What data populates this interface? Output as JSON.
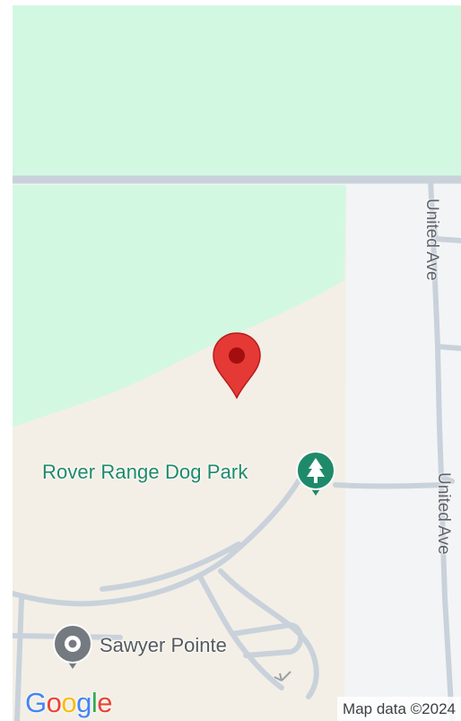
{
  "map": {
    "labels": {
      "park": "Rover Range Dog Park",
      "place": "Sawyer Pointe",
      "street_1": "United Ave",
      "street_2": "United Ave"
    },
    "icons": {
      "pin": "map-pin-icon",
      "park": "tree-icon",
      "place": "place-marker-icon"
    },
    "attribution": "Map data ©2024",
    "logo": {
      "letters": [
        "G",
        "o",
        "o",
        "g",
        "l",
        "e"
      ]
    },
    "colors": {
      "greenspace": "#d3f8e2",
      "park_area": "#f3efe6",
      "urban": "#f3f4f5",
      "road": "#c3ccd6",
      "pin": "#e53935",
      "park_label": "#1e8a6a",
      "logo_blue": "#4285f4",
      "logo_red": "#ea4335",
      "logo_yellow": "#fbbc05",
      "logo_green": "#34a853"
    }
  }
}
